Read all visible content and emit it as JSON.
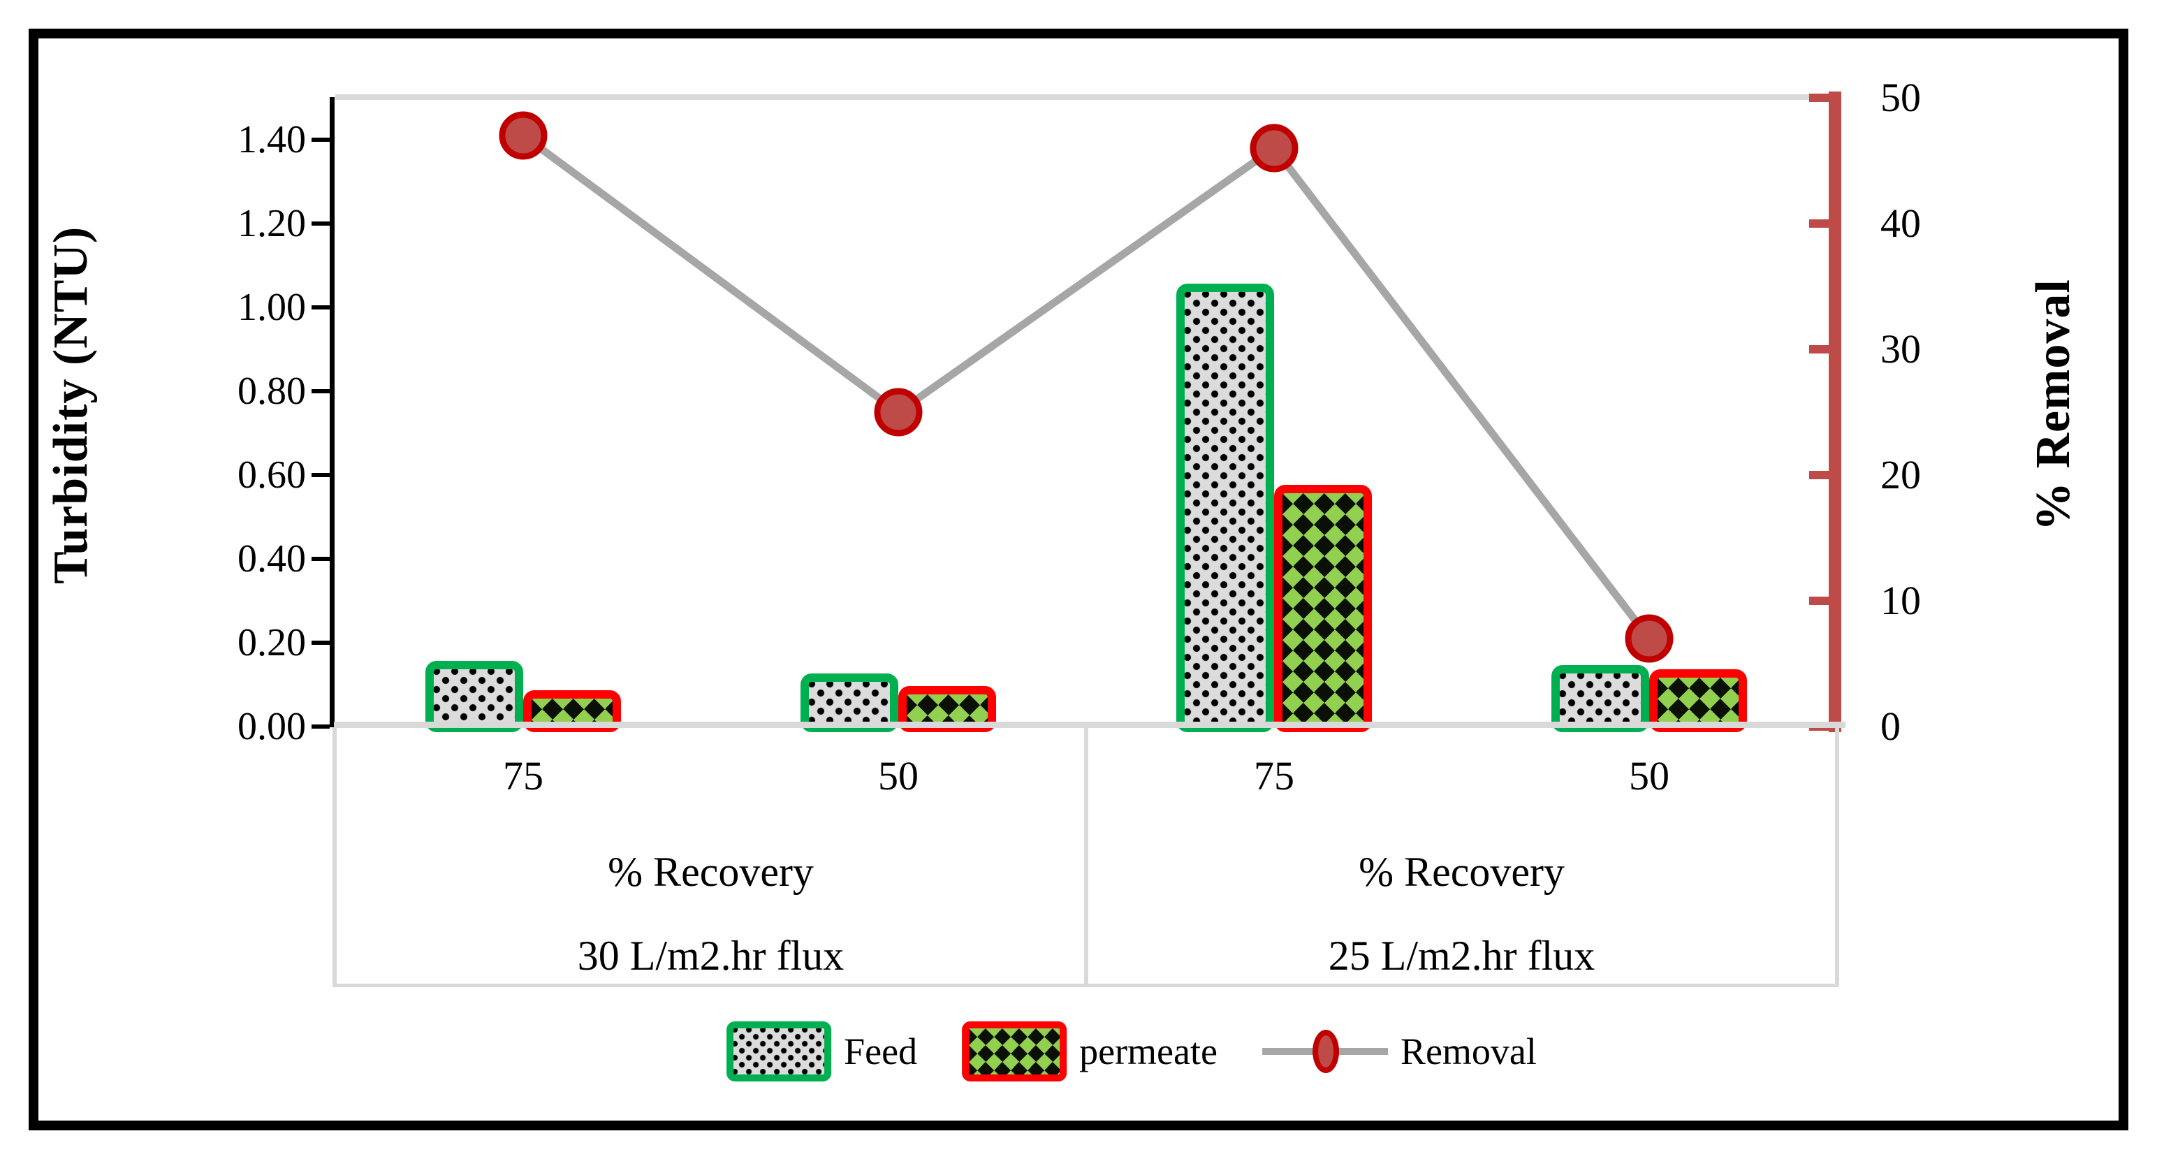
{
  "chart_data": {
    "type": "bar",
    "subtype": "combo-bar-line-dual-axis",
    "categories": [
      "75",
      "50",
      "75",
      "50"
    ],
    "group_labels": [
      {
        "line1": "% Recovery",
        "line2": "30 L/m2.hr flux"
      },
      {
        "line1": "% Recovery",
        "line2": "25 L/m2.hr flux"
      }
    ],
    "series": [
      {
        "name": "Feed",
        "type": "bar",
        "axis": "left",
        "values": [
          0.15,
          0.12,
          1.05,
          0.14
        ]
      },
      {
        "name": "permeate",
        "type": "bar",
        "axis": "left",
        "values": [
          0.08,
          0.09,
          0.57,
          0.13
        ]
      },
      {
        "name": "Removal",
        "type": "line",
        "axis": "right",
        "values": [
          47,
          25,
          46,
          7
        ]
      }
    ],
    "y_left": {
      "title": "Turbidity (NTU)",
      "min": 0,
      "max": 1.5,
      "tick_step": 0.2,
      "tick_labels": [
        "0.00",
        "0.20",
        "0.40",
        "0.60",
        "0.80",
        "1.00",
        "1.20",
        "1.40"
      ]
    },
    "y_right": {
      "title": "% Removal",
      "min": 0,
      "max": 50,
      "tick_step": 10,
      "tick_labels": [
        "0",
        "10",
        "20",
        "30",
        "40",
        "50"
      ]
    },
    "legend": {
      "position": "bottom",
      "entries": [
        "Feed",
        "permeate",
        "Removal"
      ]
    },
    "grid": "off",
    "colors": {
      "feed_border": "#00B050",
      "feed_fill": "#DCDCDC",
      "feed_pattern": "#000000",
      "permeate_border": "#FF0000",
      "permeate_fill": "#92D050",
      "permeate_pattern": "#000000",
      "removal_line": "#A6A6A6",
      "marker_fill": "#BE4B48",
      "marker_border": "#C00000",
      "right_axis": "#BE4B48",
      "left_axis": "#000000",
      "plot_border": "#D9D9D9"
    }
  }
}
